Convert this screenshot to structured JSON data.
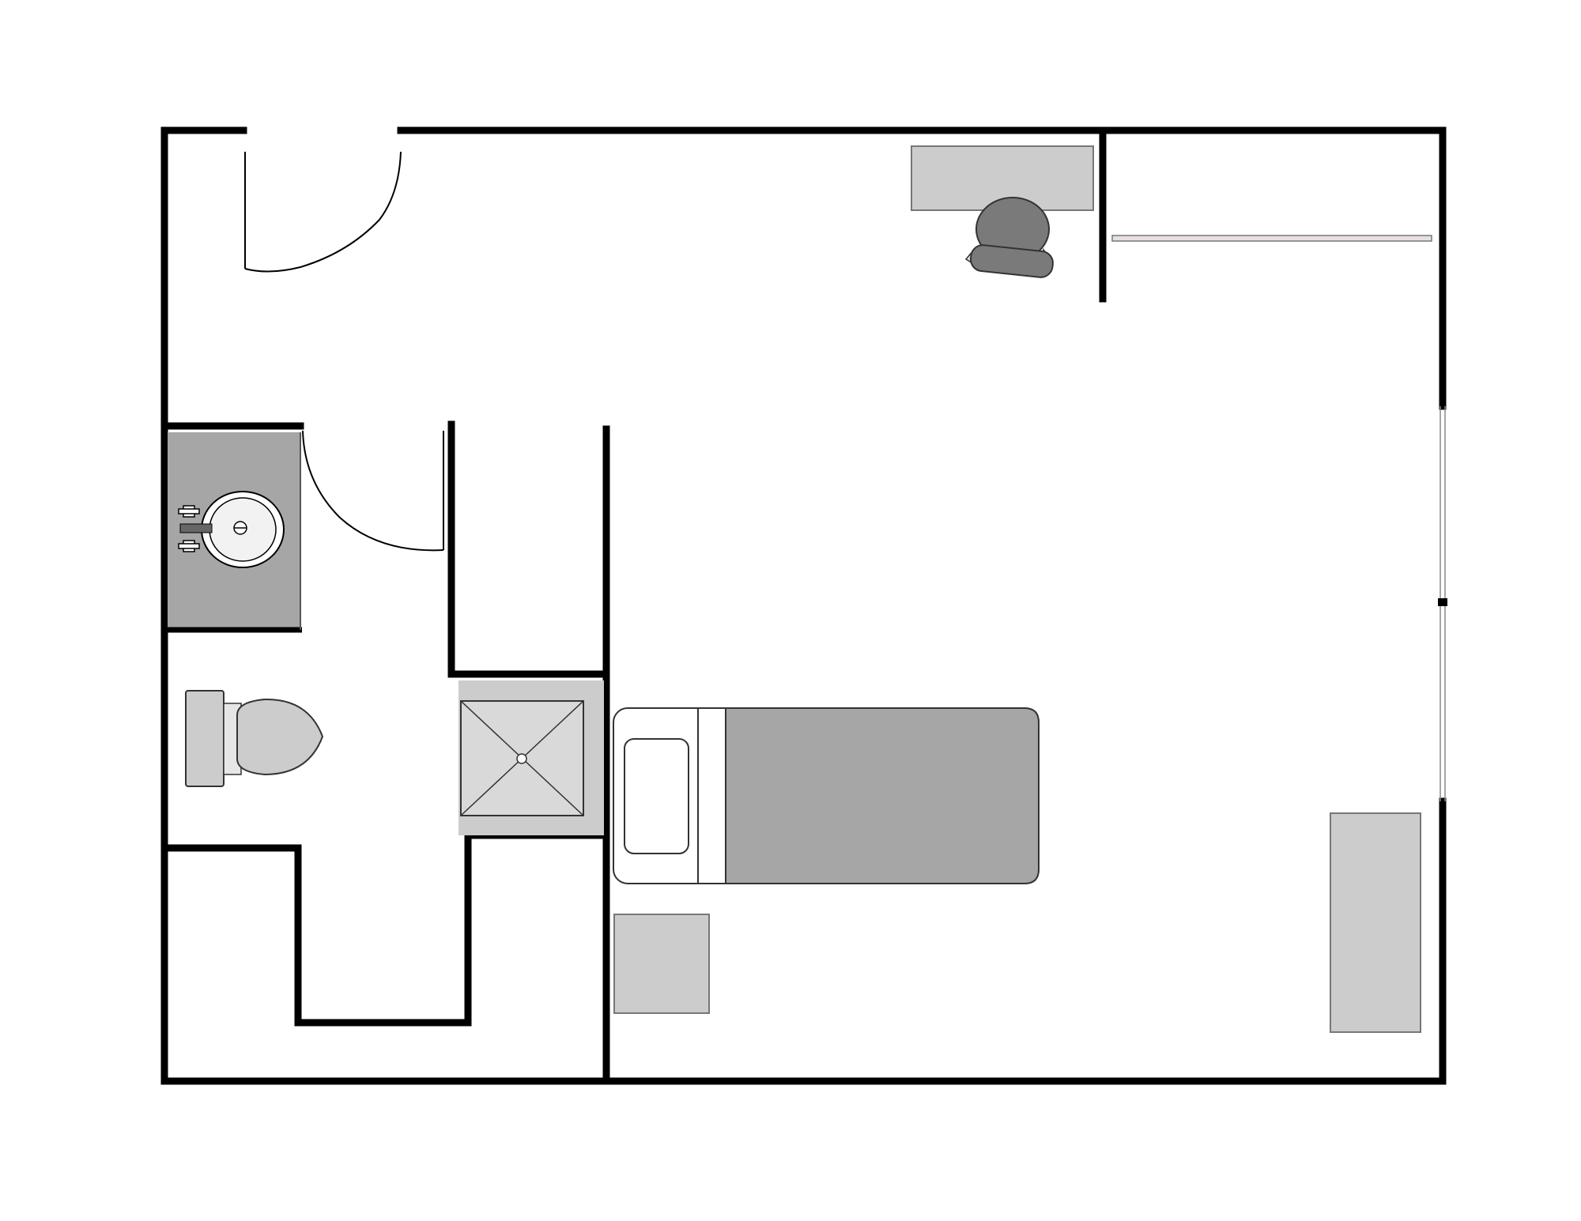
{
  "drawing": {
    "type": "floor-plan",
    "rooms": [
      "bedroom",
      "bathroom",
      "closet",
      "entry-hall"
    ],
    "fixtures": [
      "entry-door",
      "bathroom-door",
      "vanity-sink",
      "toilet",
      "shower",
      "bed",
      "desk",
      "desk-chair",
      "closet-rod",
      "window",
      "nightstand",
      "dresser"
    ],
    "colors": {
      "wall": "#000000",
      "furniture_light": "#cccccc",
      "furniture_dark": "#a6a6a6",
      "chair": "#7a7a7a",
      "background": "#ffffff"
    }
  }
}
